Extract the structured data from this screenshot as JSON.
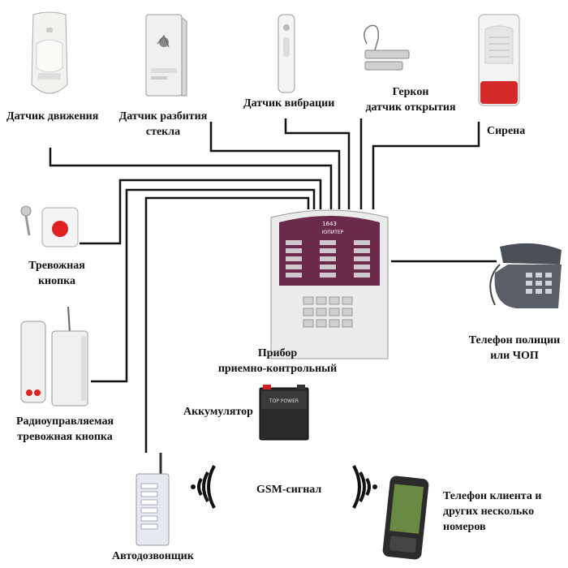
{
  "labels": {
    "motion_sensor": "Датчик движения",
    "glass_break_line1": "Датчик разбития",
    "glass_break_line2": "стекла",
    "vibration_sensor": "Датчик вибрации",
    "reed_line1": "Геркон",
    "reed_line2": "датчик открытия",
    "siren": "Сирена",
    "panic_line1": "Тревожная",
    "panic_line2": "кнопка",
    "radio_panic_line1": "Радиоуправляемая",
    "radio_panic_line2": "тревожная кнопка",
    "panel_line1": "Прибор",
    "panel_line2": "приемно-контрольный",
    "battery": "Аккумулятор",
    "police_phone_line1": "Телефон полиции",
    "police_phone_line2": "или ЧОП",
    "autodialer": "Автодозвонщик",
    "gsm_signal": "GSM-сигнал",
    "client_phone_line1": "Телефон клиента и",
    "client_phone_line2": "других несколько",
    "client_phone_line3": "номеров"
  },
  "panel": {
    "brand": "ЮПИТЕР",
    "model": "1643"
  },
  "battery_brand": "TOP POWER",
  "colors": {
    "wire": "#111111",
    "panel_face": "#6b2a4a",
    "siren_red": "#d42a2a",
    "panic_red": "#e02020"
  }
}
